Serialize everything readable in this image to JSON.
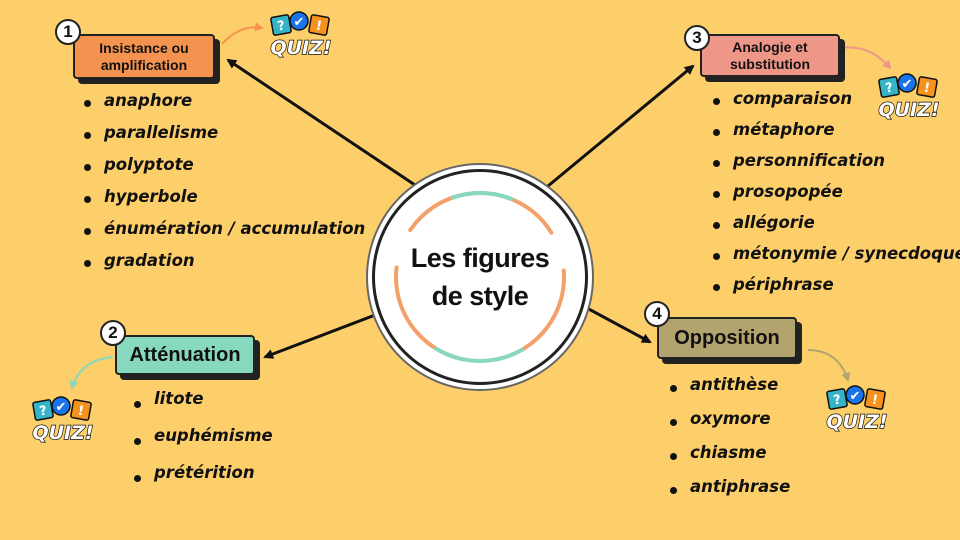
{
  "title": "Les figures de style",
  "branches": [
    {
      "number": "1",
      "label": "Insistance ou amplification",
      "color": "#F4934F",
      "items": [
        "anaphore",
        "parallelisme",
        "polyptote",
        "hyperbole",
        "énumération / accumulation",
        "gradation"
      ]
    },
    {
      "number": "2",
      "label": "Atténuation",
      "color": "#86D9BE",
      "items": [
        "litote",
        "euphémisme",
        "prétérition"
      ]
    },
    {
      "number": "3",
      "label": "Analogie et substitution",
      "color": "#EE9687",
      "items": [
        "comparaison",
        "métaphore",
        "personnification",
        "prosopopée",
        "allégorie",
        "métonymie / synecdoque",
        "périphrase"
      ]
    },
    {
      "number": "4",
      "label": "Opposition",
      "color": "#B3A36E",
      "items": [
        "antithèse",
        "oxymore",
        "chiasme",
        "antiphrase"
      ]
    }
  ],
  "quiz_badge": {
    "label": "QUIZ!",
    "marks": [
      "?",
      "✔",
      "!"
    ],
    "colors": [
      "#35B4C8",
      "#1A73E8",
      "#F6921E"
    ]
  },
  "arrow_colors": {
    "quiz_1": "#F4934F",
    "quiz_2": "#86D9BE",
    "quiz_3": "#EE9687",
    "quiz_4": "#B3A36E"
  }
}
